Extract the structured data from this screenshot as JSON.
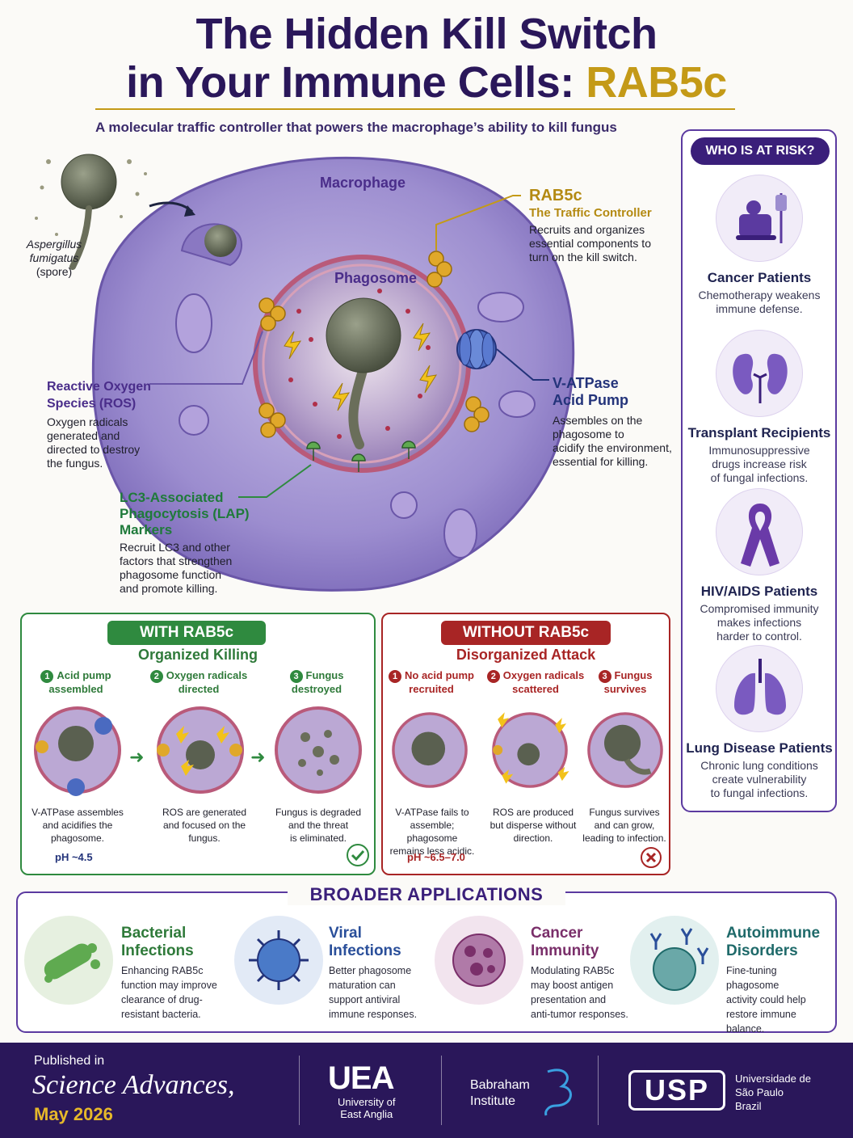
{
  "header": {
    "title_line1": "The Hidden Kill Switch",
    "title_line2_prefix": "in Your Immune Cells: ",
    "title_line2_accent": "RAB5c",
    "subtitle": "A molecular traffic controller that powers the macrophage’s ability to kill fungus"
  },
  "diagram": {
    "spore_label": [
      "Aspergillus",
      "fumigatus"
    ],
    "spore_note": "(spore)",
    "macrophage": "Macrophage",
    "phagosome": "Phagosome",
    "rab5c": {
      "title": "RAB5c",
      "subtitle": "The Traffic Controller",
      "desc": [
        "Recruits and organizes",
        "essential components to",
        "turn on the kill switch."
      ]
    },
    "ros": {
      "title": [
        "Reactive Oxygen",
        "Species (ROS)"
      ],
      "desc": [
        "Oxygen radicals",
        "generated and",
        "directed to destroy",
        "the fungus."
      ]
    },
    "vatpase": {
      "title": [
        "V-ATPase",
        "Acid Pump"
      ],
      "desc": [
        "Assembles on the",
        "phagosome to",
        "acidify the environment,",
        "essential for killing."
      ]
    },
    "lap": {
      "title": [
        "LC3-Associated",
        "Phagocytosis (LAP)",
        "Markers"
      ],
      "desc": [
        "Recruit LC3 and other",
        "factors that strengthen",
        "phagosome function",
        "and promote killing."
      ]
    }
  },
  "risk": {
    "heading": "WHO IS AT RISK?",
    "items": [
      {
        "name": "Cancer Patients",
        "desc": [
          "Chemotherapy weakens",
          "immune defense."
        ],
        "icon": "iv-chair-icon"
      },
      {
        "name": "Transplant Recipients",
        "desc": [
          "Immunosuppressive",
          "drugs increase risk",
          "of fungal infections."
        ],
        "icon": "kidney-icon"
      },
      {
        "name": "HIV/AIDS Patients",
        "desc": [
          "Compromised immunity",
          "makes infections",
          "harder to control."
        ],
        "icon": "ribbon-icon"
      },
      {
        "name": "Lung Disease Patients",
        "desc": [
          "Chronic lung conditions",
          "create vulnerability",
          "to fungal infections."
        ],
        "icon": "lungs-icon"
      }
    ]
  },
  "with": {
    "title": "WITH RAB5c",
    "subtitle": "Organized Killing",
    "steps": [
      {
        "n": "1",
        "label": [
          "Acid pump",
          "assembled"
        ],
        "caption": [
          "V-ATPase assembles",
          "and acidifies the",
          "phagosome."
        ]
      },
      {
        "n": "2",
        "label": [
          "Oxygen radicals",
          "directed"
        ],
        "caption": [
          "ROS are generated",
          "and focused on the",
          "fungus."
        ]
      },
      {
        "n": "3",
        "label": [
          "Fungus",
          "destroyed"
        ],
        "caption": [
          "Fungus is degraded",
          "and the threat",
          "is eliminated."
        ]
      }
    ],
    "ph": "pH ~4.5",
    "color": "#2f8a3f"
  },
  "without": {
    "title": "WITHOUT RAB5c",
    "subtitle": "Disorganized Attack",
    "steps": [
      {
        "n": "1",
        "label": [
          "No acid pump",
          "recruited"
        ],
        "caption": [
          "V-ATPase fails to",
          "assemble; phagosome",
          "remains less acidic."
        ]
      },
      {
        "n": "2",
        "label": [
          "Oxygen radicals",
          "scattered"
        ],
        "caption": [
          "ROS are produced",
          "but disperse without",
          "direction."
        ]
      },
      {
        "n": "3",
        "label": [
          "Fungus",
          "survives"
        ],
        "caption": [
          "Fungus survives",
          "and can grow,",
          "leading to infection."
        ]
      }
    ],
    "ph": "pH ~6.5–7.0",
    "color": "#a82525"
  },
  "broader": {
    "heading": "BROADER APPLICATIONS",
    "items": [
      {
        "name": [
          "Bacterial",
          "Infections"
        ],
        "desc": [
          "Enhancing RAB5c",
          "function may improve",
          "clearance of drug-",
          "resistant bacteria."
        ],
        "color": "#2f7a3a"
      },
      {
        "name": [
          "Viral",
          "Infections"
        ],
        "desc": [
          "Better phagosome",
          "maturation can",
          "support antiviral",
          "immune responses."
        ],
        "color": "#2a4f9a"
      },
      {
        "name": [
          "Cancer",
          "Immunity"
        ],
        "desc": [
          "Modulating RAB5c",
          "may boost antigen",
          "presentation and",
          "anti-tumor responses."
        ],
        "color": "#7a2f6a"
      },
      {
        "name": [
          "Autoimmune",
          "Disorders"
        ],
        "desc": [
          "Fine-tuning phagosome",
          "activity could help",
          "restore immune",
          "balance."
        ],
        "color": "#1f6a6a"
      }
    ]
  },
  "footer": {
    "published_in": "Published in",
    "journal": "Science Advances,",
    "date": "May 2026",
    "uea": "UEA",
    "uea_name": [
      "University of",
      "East Anglia"
    ],
    "babraham": [
      "Babraham",
      "Institute"
    ],
    "usp": "USP",
    "usp_name": [
      "Universidade de",
      "São Paulo",
      "Brazil"
    ]
  }
}
